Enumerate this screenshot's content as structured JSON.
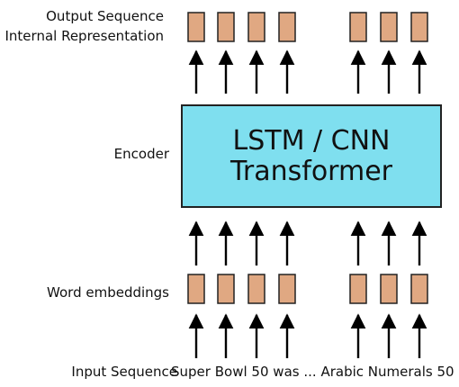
{
  "labels": {
    "output_sequence": "Output Sequence",
    "internal_representation": "Internal Representation",
    "encoder": "Encoder",
    "word_embeddings": "Word embeddings",
    "input_sequence": "Input Sequence"
  },
  "encoder_box": {
    "line1": "LSTM / CNN",
    "line2": "Transformer",
    "fill": "#7fdfef",
    "border": "#222222"
  },
  "token_box_fill": "#e0a882",
  "input_tokens": [
    "Super",
    "Bowl",
    "50",
    "was",
    "...",
    "Arabic",
    "Numerals",
    "50"
  ]
}
